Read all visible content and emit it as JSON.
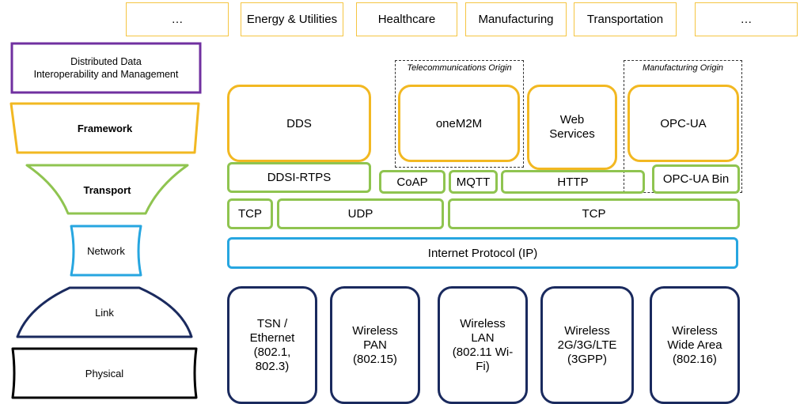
{
  "industries": [
    "…",
    "Energy & Utilities",
    "Healthcare",
    "Manufacturing",
    "Transportation",
    "…"
  ],
  "layers": {
    "ddim": "Distributed Data\nInteroperability and Management",
    "framework": "Framework",
    "transport": "Transport",
    "network": "Network",
    "link": "Link",
    "physical": "Physical"
  },
  "origins": {
    "telecom": "Telecommunications Origin",
    "manufacturing": "Manufacturing Origin"
  },
  "frameworks": {
    "dds": "DDS",
    "onem2m": "oneM2M",
    "web_services": "Web\nServices",
    "opcua": "OPC-UA"
  },
  "transport_protocols": {
    "ddsi_rtps": "DDSI-RTPS",
    "coap": "CoAP",
    "mqtt": "MQTT",
    "http": "HTTP",
    "opcua_bin": "OPC-UA  Bin"
  },
  "transport_base": {
    "tcp_left": "TCP",
    "udp": "UDP",
    "tcp_right": "TCP"
  },
  "network_protocol": "Internet Protocol (IP)",
  "links": [
    "TSN /\nEthernet\n(802.1,\n802.3)",
    "Wireless\nPAN\n(802.15)",
    "Wireless\nLAN\n(802.11 Wi-\nFi)",
    "Wireless\n2G/3G/LTE\n(3GPP)",
    "Wireless\nWide Area\n(802.16)"
  ],
  "colors": {
    "industry_border": "#f5c542",
    "framework": "#f2b822",
    "transport": "#8fc450",
    "network": "#27a6e0",
    "link": "#1a2a5e",
    "ddim": "#7030a0",
    "physical": "#000000"
  }
}
